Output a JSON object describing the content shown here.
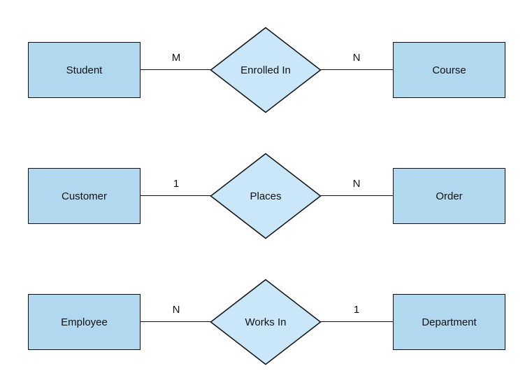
{
  "colors": {
    "entity_fill": "#B2D8F0",
    "relationship_fill": "#C9E7F9",
    "stroke": "#101010",
    "background": "#FFFFFF"
  },
  "rows": [
    {
      "left_entity": "Student",
      "left_cardinality": "M",
      "relationship": "Enrolled In",
      "right_cardinality": "N",
      "right_entity": "Course"
    },
    {
      "left_entity": "Customer",
      "left_cardinality": "1",
      "relationship": "Places",
      "right_cardinality": "N",
      "right_entity": "Order"
    },
    {
      "left_entity": "Employee",
      "left_cardinality": "N",
      "relationship": "Works In",
      "right_cardinality": "1",
      "right_entity": "Department"
    }
  ]
}
